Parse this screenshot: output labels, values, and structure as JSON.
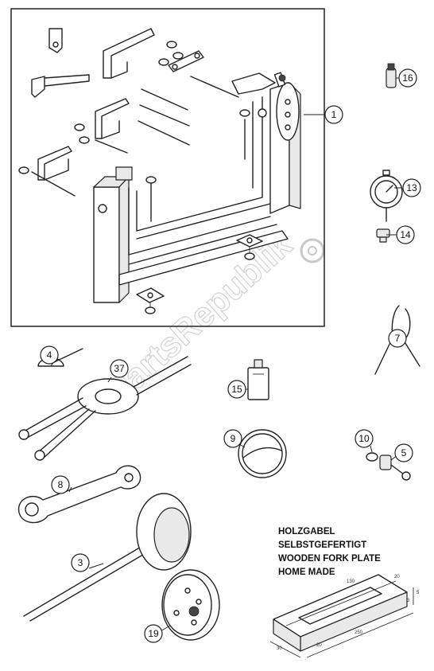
{
  "callouts": [
    {
      "id": "1",
      "label": "1"
    },
    {
      "id": "16",
      "label": "16"
    },
    {
      "id": "13",
      "label": "13"
    },
    {
      "id": "14",
      "label": "14"
    },
    {
      "id": "4",
      "label": "4"
    },
    {
      "id": "37",
      "label": "37"
    },
    {
      "id": "7",
      "label": "7"
    },
    {
      "id": "15",
      "label": "15"
    },
    {
      "id": "9",
      "label": "9"
    },
    {
      "id": "10",
      "label": "10"
    },
    {
      "id": "5",
      "label": "5"
    },
    {
      "id": "8",
      "label": "8"
    },
    {
      "id": "3",
      "label": "3"
    },
    {
      "id": "19",
      "label": "19"
    }
  ],
  "note": {
    "lines": [
      "HOLZGABEL",
      "SELBSTGEFERTIGT",
      "WOODEN FORK PLATE",
      "HOME MADE"
    ]
  },
  "dimensions": {
    "d130": "130",
    "d20a": "20",
    "d5": "5",
    "d3": "3",
    "d30": "30",
    "d250": "250",
    "d20b": "20"
  },
  "watermark": {
    "text": "PartsRepublik",
    "logo": "gear-logo"
  }
}
